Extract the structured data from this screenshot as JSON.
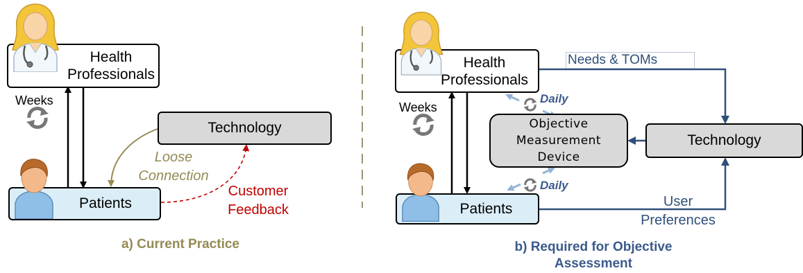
{
  "left": {
    "health_professionals": "Health Professionals",
    "weeks": "Weeks",
    "technology": "Technology",
    "patients": "Patients",
    "loose_connection": "Loose Connection",
    "customer_feedback": "Customer Feedback",
    "caption": "a) Current Practice"
  },
  "right": {
    "health_professionals": "Health Professionals",
    "weeks": "Weeks",
    "needs_toms": "Needs & TOMs",
    "daily_top": "Daily",
    "omd": "Objective Measurement Device",
    "technology": "Technology",
    "daily_bottom": "Daily",
    "patients": "Patients",
    "user_preferences": "User Preferences",
    "caption": "b) Required for Objective Assessment"
  },
  "colors": {
    "caption_left": "#948a54",
    "caption_right": "#3b5a8c",
    "loose_connection": "#948a54",
    "customer_feedback": "#c00000",
    "right_arrows": "#2f4f7a",
    "daily_arrows": "#95b3d7"
  },
  "icons": [
    "doctor-icon",
    "patient-icon",
    "cycle-icon",
    "divider-line"
  ]
}
